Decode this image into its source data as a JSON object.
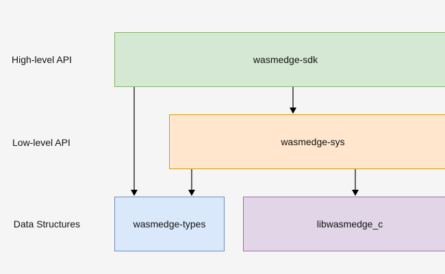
{
  "layers": {
    "high_level": "High-level API",
    "low_level": "Low-level API",
    "data_structures": "Data Structures"
  },
  "boxes": {
    "sdk": "wasmedge-sdk",
    "sys": "wasmedge-sys",
    "types": "wasmedge-types",
    "lib": "libwasmedge_c"
  },
  "colors": {
    "sdk_fill": "#d5e8d4",
    "sdk_stroke": "#82b366",
    "sys_fill": "#ffe6cc",
    "sys_stroke": "#d79b00",
    "types_fill": "#dae8fc",
    "types_stroke": "#6c8ebf",
    "lib_fill": "#e1d5e7",
    "lib_stroke": "#9673a6",
    "arrow": "#000000"
  }
}
